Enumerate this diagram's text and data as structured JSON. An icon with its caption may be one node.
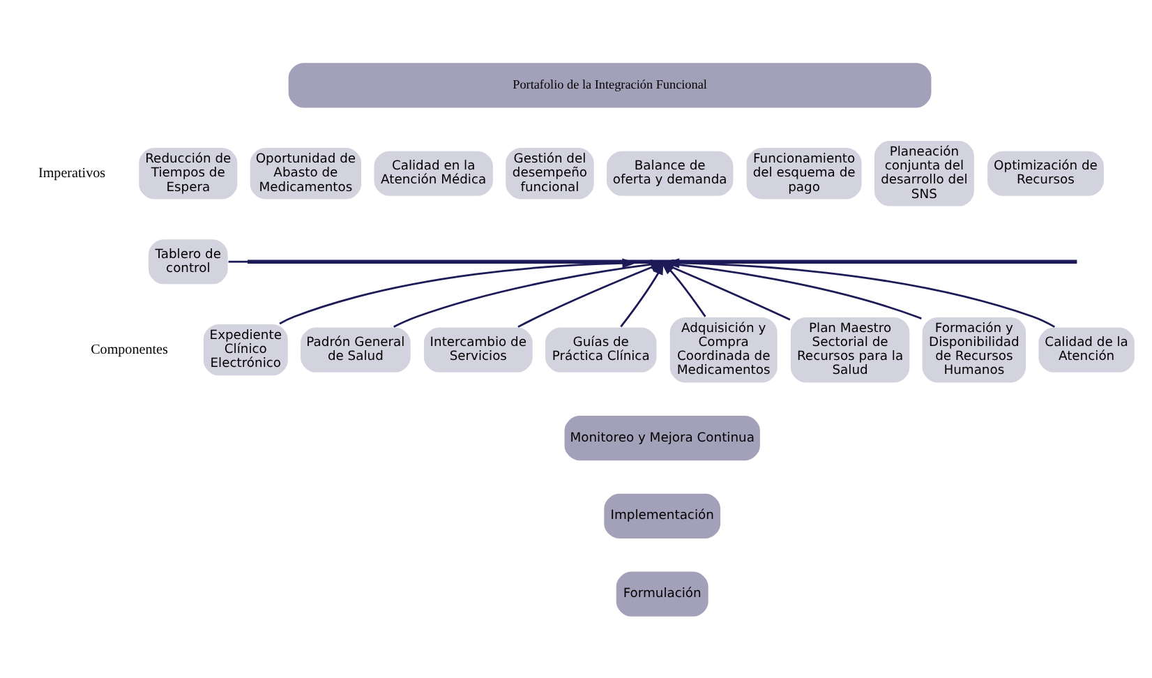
{
  "diagram": {
    "nodes": [
      {
        "text": [
          "Portafolio de la Integración Funcional"
        ]
      },
      {
        "text": [
          "Reducción de Tiempos de Espera"
        ]
      },
      {
        "text": [
          "Oportunidad de Abasto de Medicamentos"
        ]
      },
      {
        "text": [
          "Calidad en la Atención Médica"
        ]
      },
      {
        "text": [
          "Gestión del desempeño funcional"
        ]
      },
      {
        "text": [
          "Balance de oferta y demanda"
        ]
      },
      {
        "text": [
          "Funcionamiento del esquema de pago"
        ]
      },
      {
        "text": [
          "Planeación conjunta del desarrollo del SNS"
        ]
      },
      {
        "text": [
          "Optimización de Recursos"
        ]
      },
      {
        "text": [
          "Tablero de control"
        ]
      },
      {
        "text": [],
        "shape": "bar"
      },
      {
        "text": [
          "Expediente Clínico Electrónico"
        ]
      },
      {
        "text": [
          "Padrón General de Salud"
        ]
      },
      {
        "text": [
          "Intercambio de Servicios"
        ]
      },
      {
        "text": [
          "Guías de Práctica Clínica"
        ]
      },
      {
        "text": [
          "Adquisición y Compra Coordinada de Medicamentos"
        ]
      },
      {
        "text": [
          "Plan Maestro Sectorial de Recursos para la Salud"
        ]
      },
      {
        "text": [
          "Formación y Disponibilidad de Recursos Humanos"
        ]
      },
      {
        "text": [
          "Calidad de la Atención"
        ]
      },
      {
        "text": [
          "Monitoreo y Mejora Continua"
        ]
      },
      {
        "text": [
          "Implementación"
        ]
      },
      {
        "text": [
          "Formulación"
        ]
      }
    ],
    "edges": [
      {
        "from": 9,
        "to": 10,
        "arrow": "none"
      },
      {
        "from": 11,
        "to": 10,
        "arrow": "to"
      },
      {
        "from": 12,
        "to": 10,
        "arrow": "to"
      },
      {
        "from": 13,
        "to": 10,
        "arrow": "to"
      },
      {
        "from": 14,
        "to": 10,
        "arrow": "to"
      },
      {
        "from": 15,
        "to": 10,
        "arrow": "to"
      },
      {
        "from": 16,
        "to": 10,
        "arrow": "to"
      },
      {
        "from": 17,
        "to": 10,
        "arrow": "to"
      },
      {
        "from": 18,
        "to": 10,
        "arrow": "to"
      }
    ],
    "labels": [
      "Imperativos",
      "Componentes"
    ]
  }
}
